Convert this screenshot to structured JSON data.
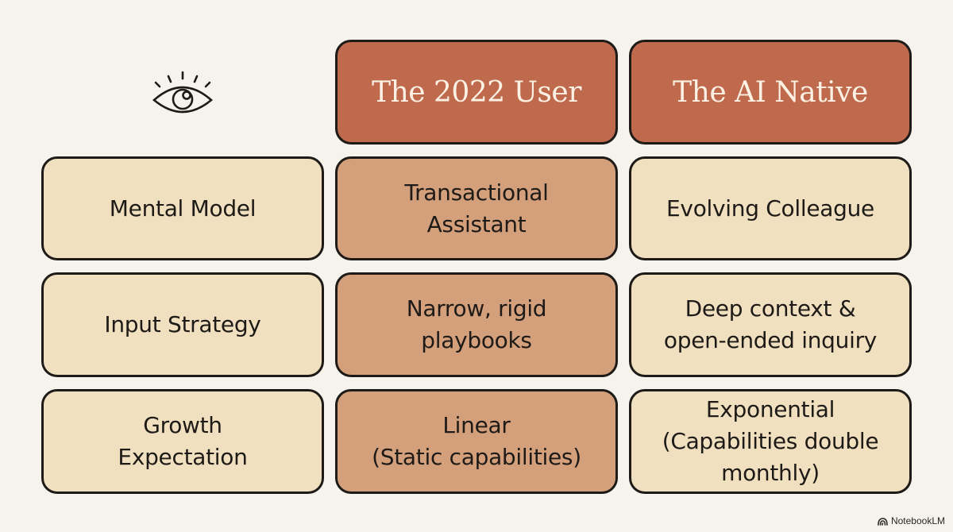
{
  "header": {
    "icon": "eye-icon",
    "columns": [
      "The 2022 User",
      "The AI Native"
    ]
  },
  "rows": [
    {
      "label": "Mental Model",
      "user_2022": "Transactional\nAssistant",
      "ai_native": "Evolving Colleague"
    },
    {
      "label": "Input Strategy",
      "user_2022": "Narrow, rigid\nplaybooks",
      "ai_native": "Deep context &\nopen-ended inquiry"
    },
    {
      "label": "Growth\nExpectation",
      "user_2022": "Linear\n(Static capabilities)",
      "ai_native": "Exponential\n(Capabilities double\nmonthly)"
    }
  ],
  "watermark": {
    "icon": "notebooklm-logo-icon",
    "text": "NotebookLM"
  },
  "colors": {
    "background": "#f6f3ec",
    "header_fill": "#c06a4d",
    "header_text": "#fbf1e4",
    "label_fill": "#f0e0bf",
    "user_2022_fill": "#d4a07c",
    "ai_native_fill": "#f0e0bf",
    "outline": "#1d1a17"
  }
}
